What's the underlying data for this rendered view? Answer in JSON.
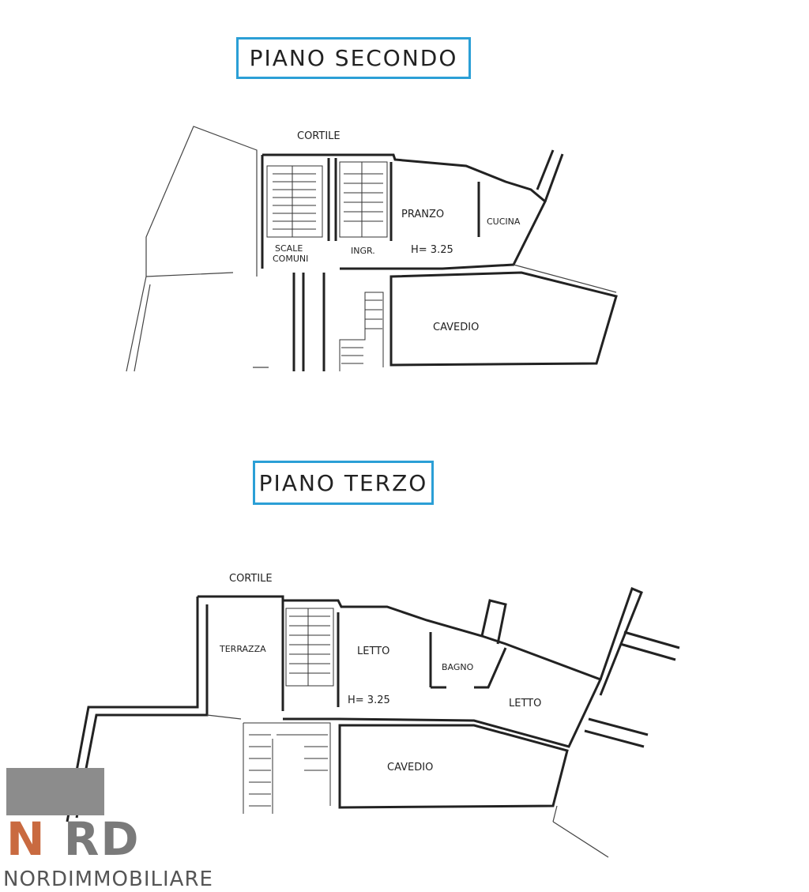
{
  "floors": [
    {
      "title": "PIANO SECONDO",
      "labels": {
        "cortile": "CORTILE",
        "pranzo": "PRANZO",
        "cucina": "CUCINA",
        "scale": "SCALE",
        "comuni": "COMUNI",
        "ingr": "INGR.",
        "height": "H= 3.25",
        "cavedio": "CAVEDIO"
      }
    },
    {
      "title": "PIANO TERZO",
      "labels": {
        "cortile": "CORTILE",
        "terrazza": "TERRAZZA",
        "letto1": "LETTO",
        "bagno": "BAGNO",
        "letto2": "LETTO",
        "height": "H= 3.25",
        "cavedio": "CAVEDIO"
      }
    }
  ],
  "logo": {
    "mark": "NRD",
    "name": "NORDIMMOBILIARE"
  },
  "colors": {
    "title_border": "#2b9fd6",
    "logo_gray": "#8c8c8c",
    "logo_accent": "#c96a40"
  }
}
